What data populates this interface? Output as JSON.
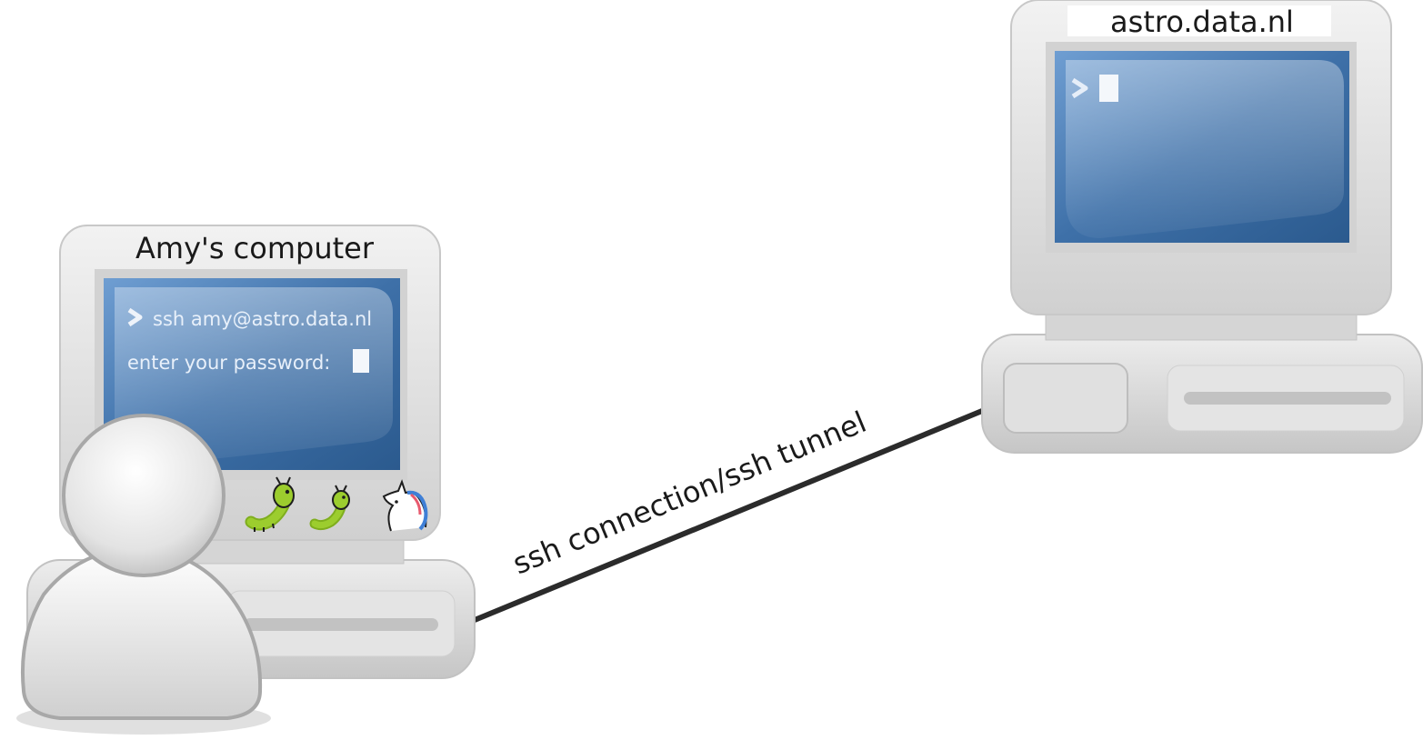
{
  "local_computer": {
    "title": "Amy's computer",
    "terminal_lines": [
      "ssh amy@astro.data.nl",
      "enter your password:"
    ]
  },
  "remote_computer": {
    "title": "astro.data.nl"
  },
  "connection": {
    "label": "ssh connection/ssh tunnel"
  },
  "icons": [
    "user-icon",
    "caterpillar-icon",
    "caterpillar-icon",
    "unicorn-icon",
    "prompt-chevron-icon",
    "cursor-block-icon"
  ],
  "colors": {
    "screen_dark": "#2e5f93",
    "screen_light": "#7ba6d6",
    "case": "#e1e1e1",
    "case_edge": "#c9c9c9",
    "line": "#2b2b2b"
  }
}
